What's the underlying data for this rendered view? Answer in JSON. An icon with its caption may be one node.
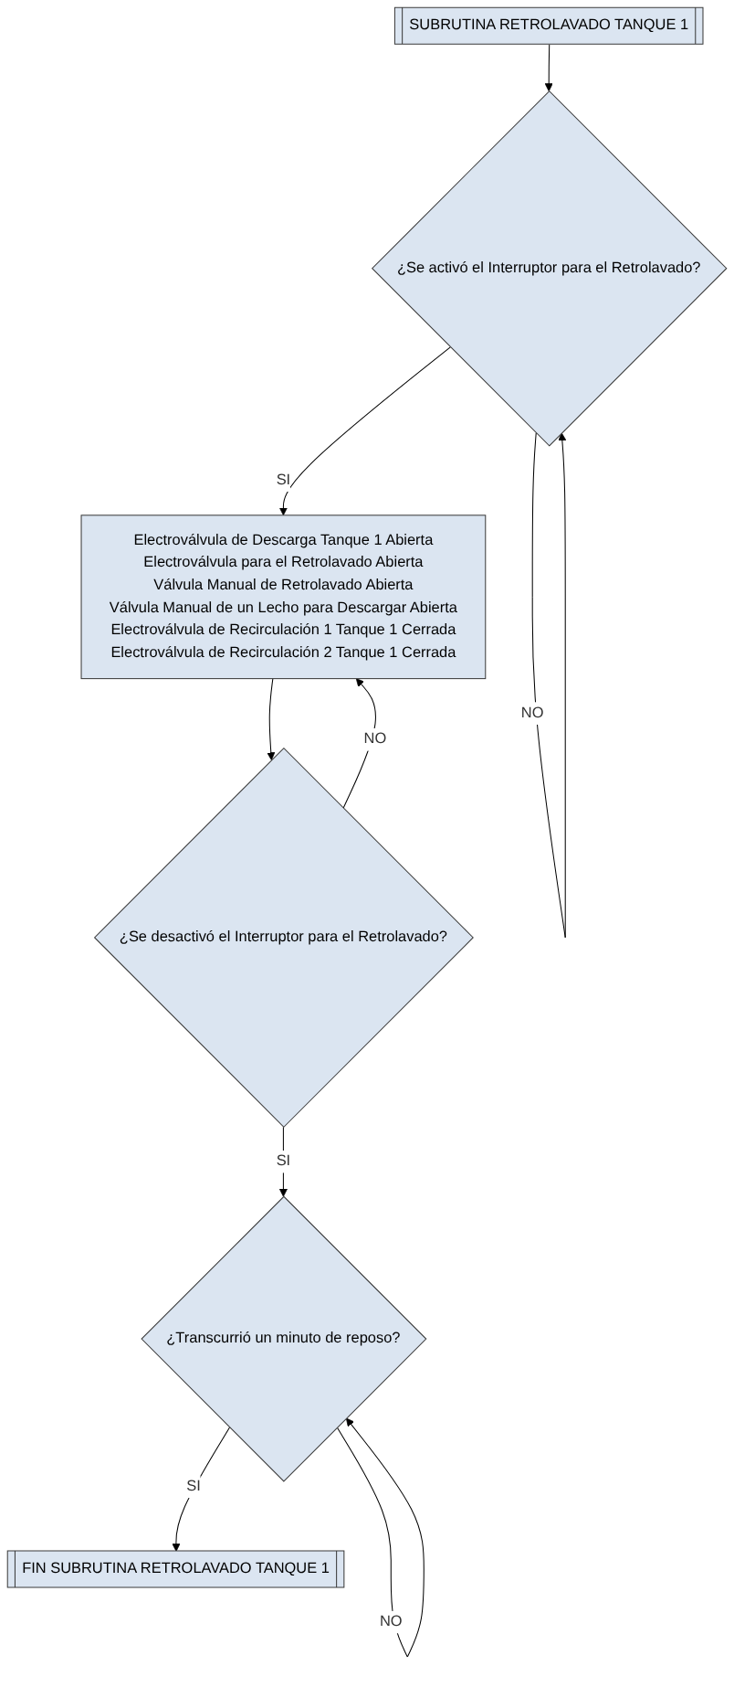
{
  "diagram": {
    "nodes": [
      {
        "text": [
          "SUBRUTINA RETROLAVADO TANQUE 1"
        ]
      },
      {
        "text": [
          "¿Se activó el Interruptor para el Retrolavado?"
        ]
      },
      {
        "text": [
          "Electroválvula de Descarga Tanque 1 Abierta",
          "Electroválvula para el Retrolavado Abierta",
          "Válvula Manual de Retrolavado Abierta",
          "Válvula Manual de un Lecho para Descargar Abierta",
          "Electroválvula de Recirculación 1 Tanque 1 Cerrada",
          "Electroválvula de Recirculación 2 Tanque 1 Cerrada"
        ]
      },
      {
        "text": [
          "¿Se desactivó el Interruptor para el Retrolavado?"
        ]
      },
      {
        "text": [
          "¿Transcurrió un minuto de reposo?"
        ]
      },
      {
        "text": [
          "FIN SUBRUTINA RETROLAVADO TANQUE 1"
        ]
      }
    ],
    "edges": [
      {
        "from": 0,
        "to": 1,
        "arrow": "to"
      },
      {
        "from": 1,
        "to": 1,
        "arrow": "to",
        "label": "NO"
      },
      {
        "from": 1,
        "to": 2,
        "arrow": "to",
        "label": "SI"
      },
      {
        "from": 2,
        "to": 3,
        "arrow": "to"
      },
      {
        "from": 3,
        "to": 2,
        "arrow": "to",
        "label": "NO"
      },
      {
        "from": 3,
        "to": 4,
        "arrow": "to",
        "label": "SI"
      },
      {
        "from": 4,
        "to": 4,
        "arrow": "to",
        "label": "NO"
      },
      {
        "from": 4,
        "to": 5,
        "arrow": "to",
        "label": "SI"
      }
    ]
  }
}
